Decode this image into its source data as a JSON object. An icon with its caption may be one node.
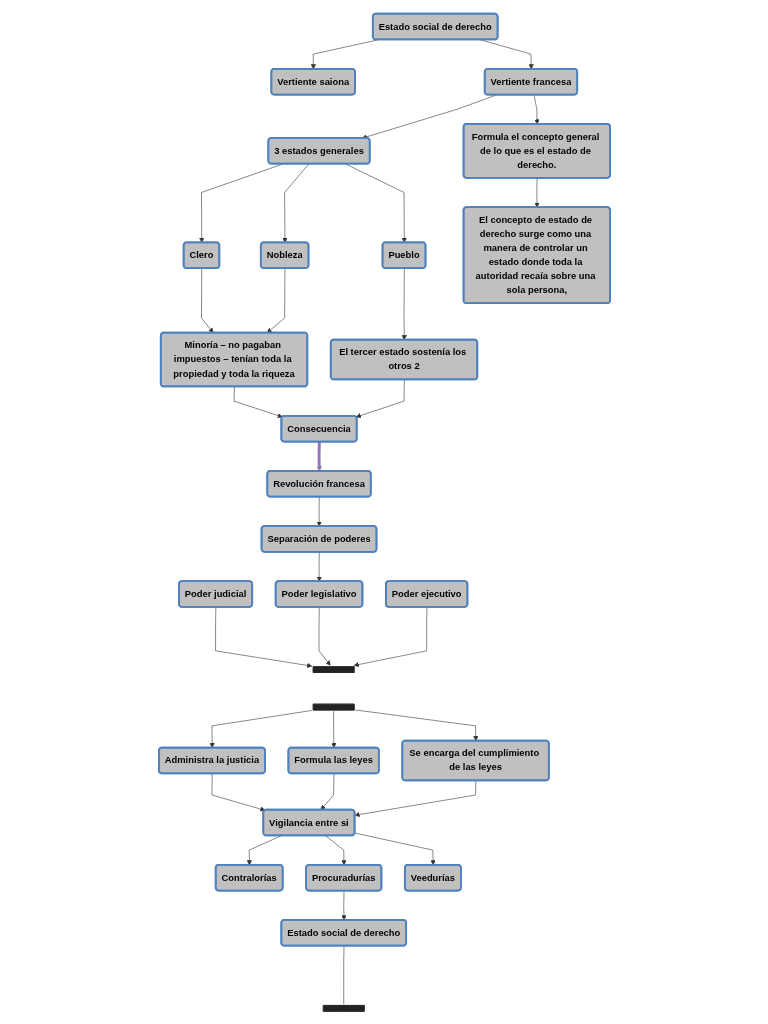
{
  "diagram": {
    "nodes": [
      {
        "text": [
          "Estado social de derecho"
        ]
      },
      {
        "text": [
          "Vertiente saiona"
        ]
      },
      {
        "text": [
          "Vertiente francesa"
        ]
      },
      {
        "text": [
          "3 estados generales"
        ]
      },
      {
        "text": [
          "Formula el concepto general de lo que es el estado de derecho."
        ]
      },
      {
        "text": [
          "Clero"
        ]
      },
      {
        "text": [
          "Nobleza"
        ]
      },
      {
        "text": [
          "Pueblo"
        ]
      },
      {
        "text": [
          "El concepto de estado de derecho surge como una manera de controlar un estado donde toda la autoridad recaía sobre una sola persona,"
        ]
      },
      {
        "text": [
          "Minoría – no pagaban impuestos – tenían toda la propiedad y toda la riqueza"
        ]
      },
      {
        "text": [
          "El tercer estado sostenía los otros 2"
        ]
      },
      {
        "text": [
          "Consecuencia"
        ]
      },
      {
        "text": [
          "Revolución francesa"
        ]
      },
      {
        "text": [
          "Separación de poderes"
        ]
      },
      {
        "text": [
          "Poder judicial"
        ]
      },
      {
        "text": [
          "Poder legislativo"
        ]
      },
      {
        "text": [
          "Poder ejecutivo"
        ]
      },
      {
        "text": [
          "Administra la justicia"
        ]
      },
      {
        "text": [
          "Formula las leyes"
        ]
      },
      {
        "text": [
          "Se encarga del cumplimiento de las leyes"
        ]
      },
      {
        "text": [
          "Vigilancia entre si"
        ]
      },
      {
        "text": [
          "Contralorías"
        ]
      },
      {
        "text": [
          "Procuradurías"
        ]
      },
      {
        "text": [
          "Veedurías"
        ]
      },
      {
        "text": [
          "Estado social de derecho"
        ]
      }
    ],
    "edges": [
      {
        "from": 0,
        "to": 1,
        "arrow": "to"
      },
      {
        "from": 0,
        "to": 2,
        "arrow": "to"
      },
      {
        "from": 2,
        "to": 3,
        "arrow": "to"
      },
      {
        "from": 2,
        "to": 4,
        "arrow": "to"
      },
      {
        "from": 3,
        "to": 5,
        "arrow": "to"
      },
      {
        "from": 3,
        "to": 6,
        "arrow": "to"
      },
      {
        "from": 3,
        "to": 7,
        "arrow": "to"
      },
      {
        "from": 4,
        "to": 8,
        "arrow": "to"
      },
      {
        "from": 5,
        "to": 9,
        "arrow": "to"
      },
      {
        "from": 6,
        "to": 9,
        "arrow": "to"
      },
      {
        "from": 7,
        "to": 10,
        "arrow": "to"
      },
      {
        "from": 9,
        "to": 11,
        "arrow": "to"
      },
      {
        "from": 10,
        "to": 11,
        "arrow": "to"
      },
      {
        "from": 11,
        "to": 12,
        "arrow": "to",
        "style": "thick",
        "color": "#9370c0"
      },
      {
        "from": 12,
        "to": 13,
        "arrow": "to"
      },
      {
        "from": 13,
        "to": 15,
        "arrow": "to"
      },
      {
        "from": 14,
        "to": null,
        "arrow": "to"
      },
      {
        "from": 15,
        "to": null,
        "arrow": "to"
      },
      {
        "from": 16,
        "to": null,
        "arrow": "to"
      },
      {
        "from": null,
        "to": 17,
        "arrow": "to"
      },
      {
        "from": null,
        "to": 18,
        "arrow": "to"
      },
      {
        "from": null,
        "to": 19,
        "arrow": "to"
      },
      {
        "from": 17,
        "to": 20,
        "arrow": "to"
      },
      {
        "from": 18,
        "to": 20,
        "arrow": "to"
      },
      {
        "from": 19,
        "to": 20,
        "arrow": "to"
      },
      {
        "from": 20,
        "to": 21,
        "arrow": "to"
      },
      {
        "from": 20,
        "to": 22,
        "arrow": "to"
      },
      {
        "from": 20,
        "to": 23,
        "arrow": "to"
      },
      {
        "from": 22,
        "to": 24,
        "arrow": "to"
      },
      {
        "from": 24,
        "to": null,
        "arrow": "none"
      }
    ]
  }
}
